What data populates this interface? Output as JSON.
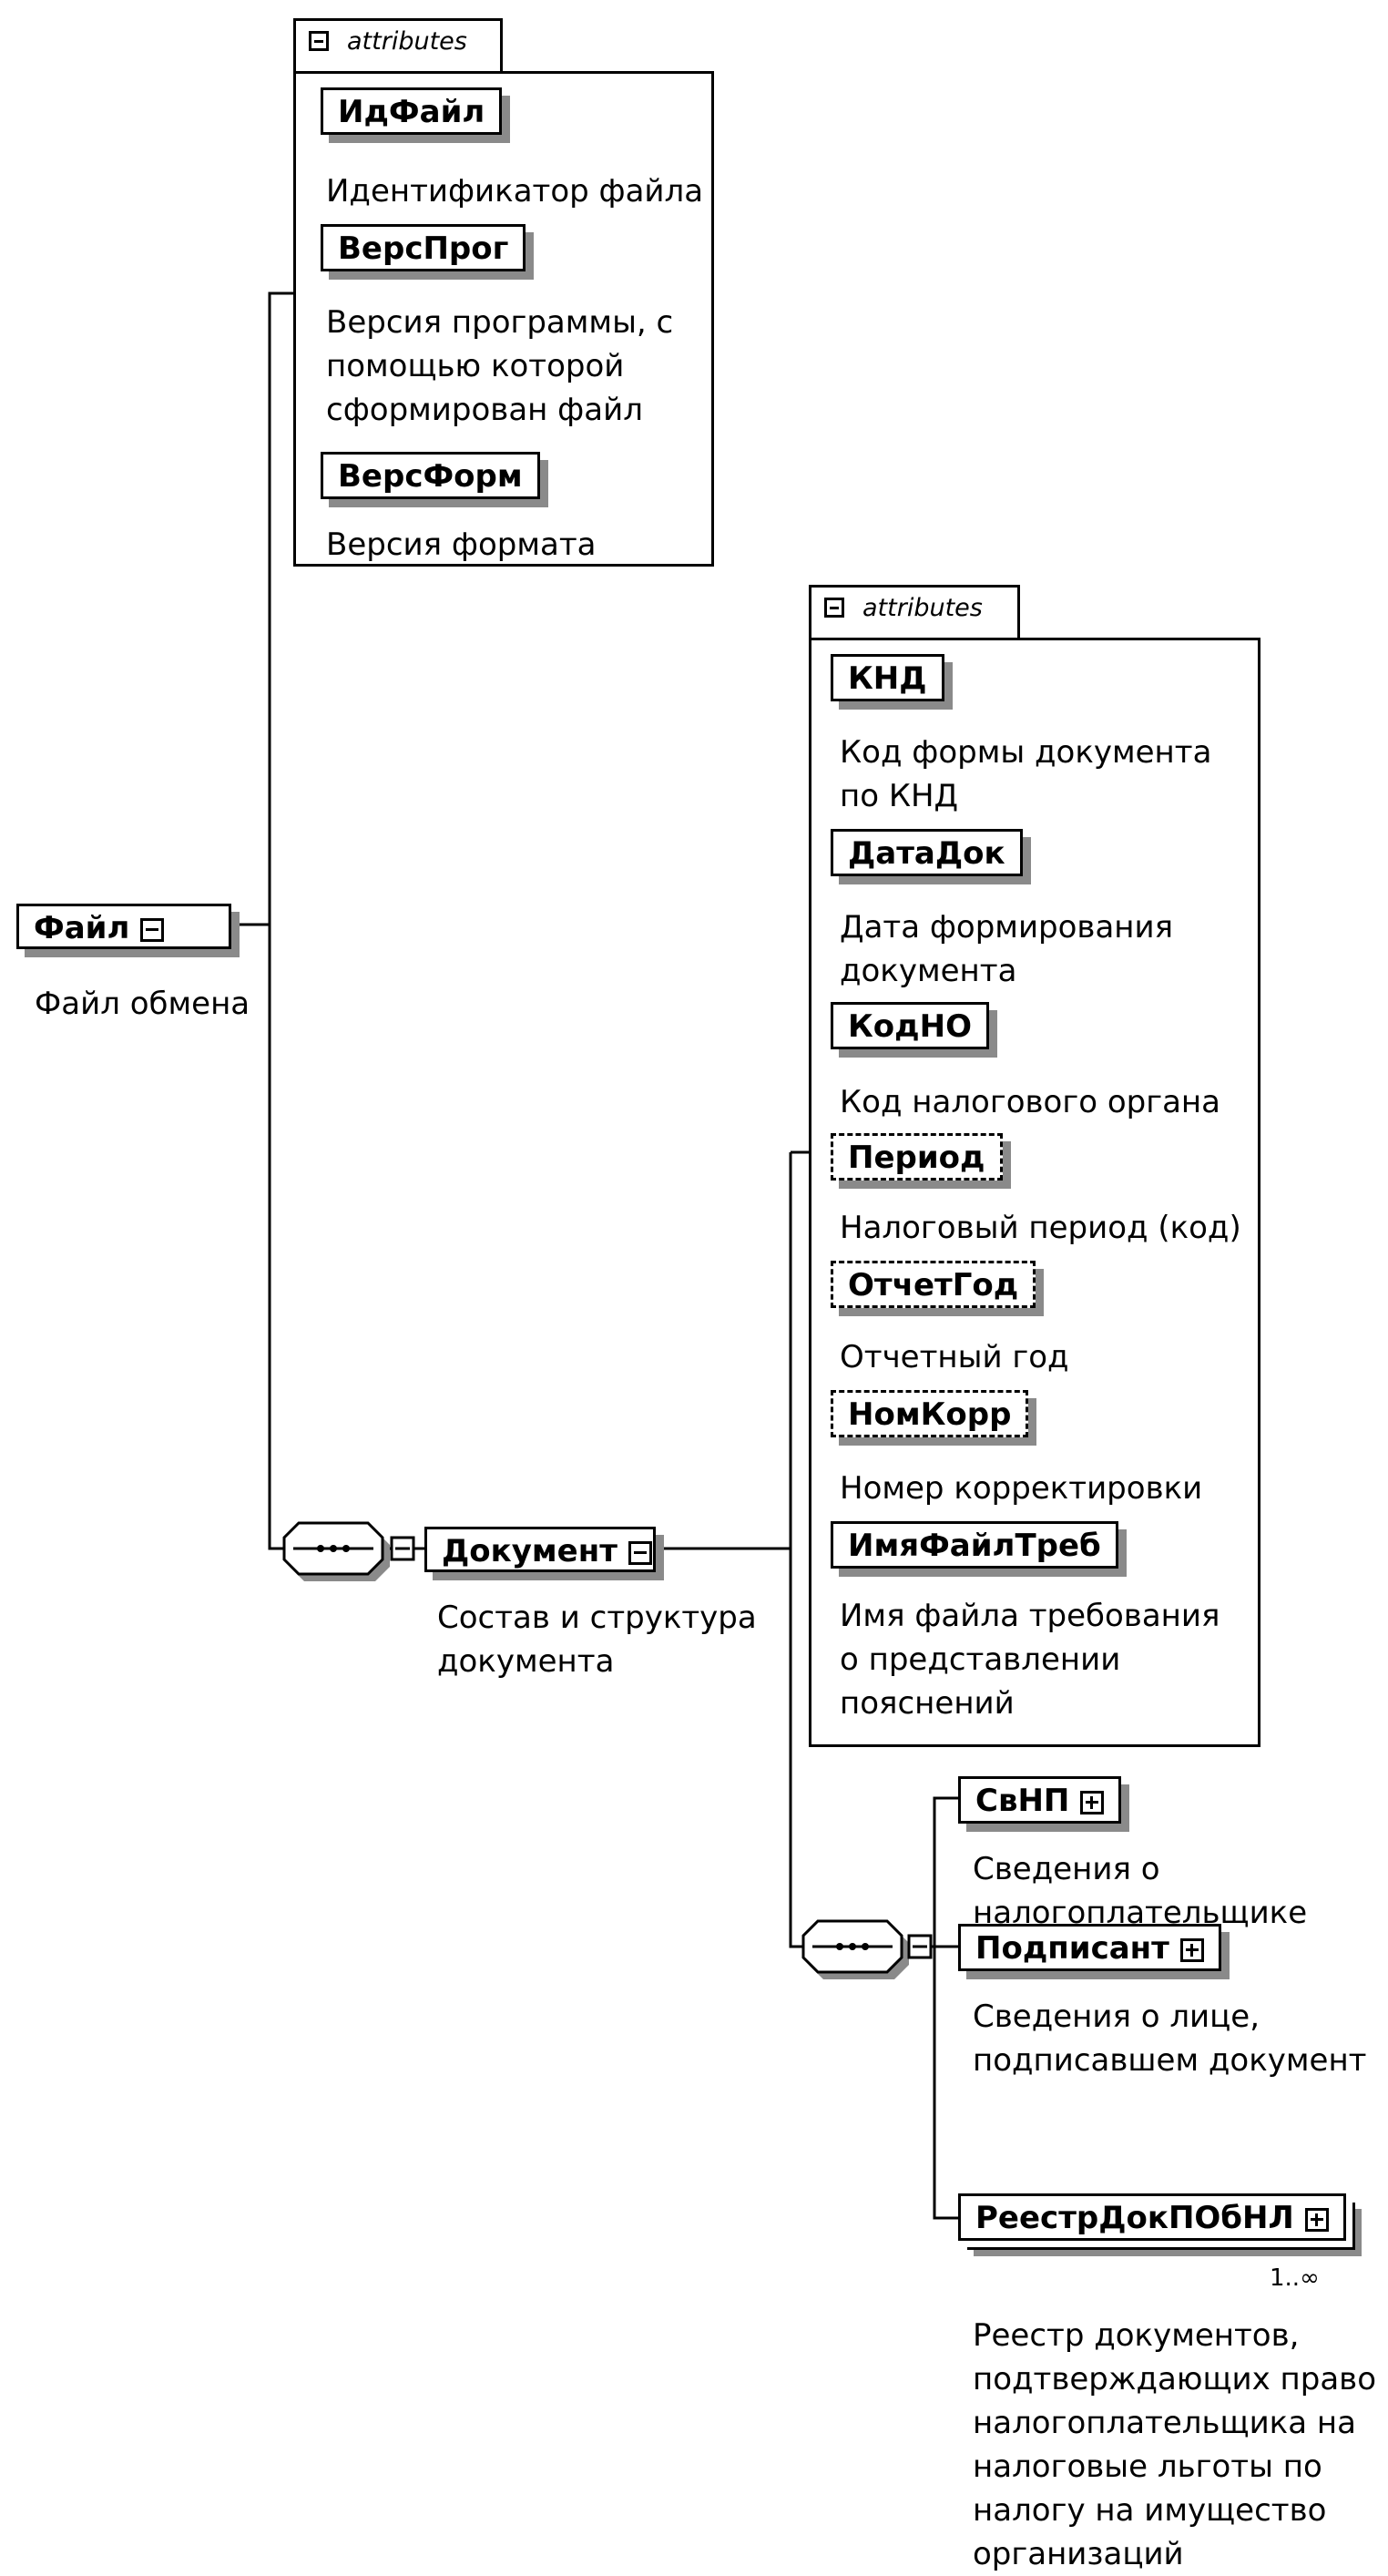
{
  "root": {
    "name": "Файл",
    "desc": "Файл обмена"
  },
  "file_attributes": {
    "tab_label": "attributes",
    "items": [
      {
        "name": "ИдФайл",
        "desc": [
          "Идентификатор файла"
        ]
      },
      {
        "name": "ВерсПрог",
        "desc": [
          "Версия программы, с",
          "помощью которой",
          "сформирован файл"
        ]
      },
      {
        "name": "ВерсФорм",
        "desc": [
          "Версия формата"
        ]
      }
    ]
  },
  "document": {
    "name": "Документ",
    "desc": [
      "Состав и структура",
      "документа"
    ]
  },
  "document_attributes": {
    "tab_label": "attributes",
    "items": [
      {
        "name": "КНД",
        "desc": [
          "Код формы документа",
          "по КНД"
        ]
      },
      {
        "name": "ДатаДок",
        "desc": [
          "Дата формирования",
          "документа"
        ]
      },
      {
        "name": "КодНО",
        "desc": [
          "Код налогового органа"
        ]
      },
      {
        "name": "Период",
        "desc": [
          "Налоговый период (код)"
        ],
        "optional": true
      },
      {
        "name": "ОтчетГод",
        "desc": [
          "Отчетный год"
        ],
        "optional": true
      },
      {
        "name": "НомКорр",
        "desc": [
          "Номер корректировки"
        ],
        "optional": true
      },
      {
        "name": "ИмяФайлТреб",
        "desc": [
          "Имя файла требования",
          "о представлении",
          "пояснений"
        ]
      }
    ]
  },
  "children": [
    {
      "name": "СвНП",
      "desc": [
        "Сведения о",
        "налогоплательщике"
      ]
    },
    {
      "name": "Подписант",
      "desc": [
        "Сведения о лице,",
        "подписавшем документ"
      ]
    },
    {
      "name": "РеестрДокПОбНЛ",
      "desc": [
        "Реестр документов,",
        "подтверждающих право",
        "налогоплательщика на",
        "налоговые льготы по",
        "налогу на имущество",
        "организаций"
      ],
      "multiplicity": "1..∞"
    }
  ]
}
